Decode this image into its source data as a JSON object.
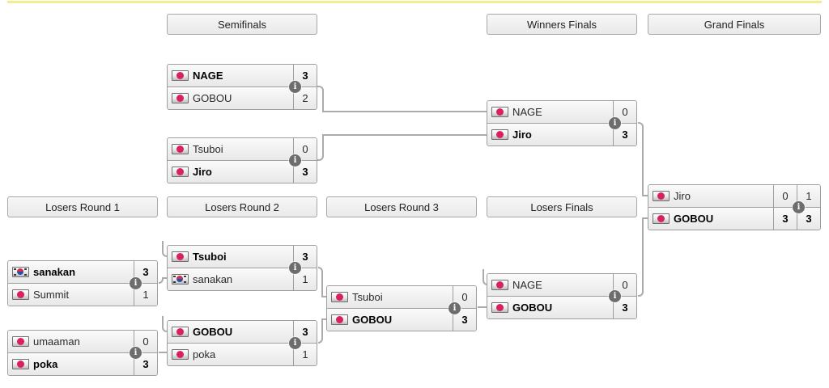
{
  "page": {
    "top_bar_color": "#f1ee8d"
  },
  "headers": {
    "semifinals": "Semifinals",
    "winners_finals": "Winners Finals",
    "grand_finals": "Grand Finals",
    "losers_round1": "Losers Round 1",
    "losers_round2": "Losers Round 2",
    "losers_round3": "Losers Round 3",
    "losers_finals": "Losers Finals"
  },
  "icons": {
    "info": "i"
  },
  "matches": {
    "sf1": {
      "p1": {
        "name": "NAGE",
        "flag": "jp",
        "score": "3",
        "winner": true
      },
      "p2": {
        "name": "GOBOU",
        "flag": "jp",
        "score": "2",
        "winner": false
      }
    },
    "sf2": {
      "p1": {
        "name": "Tsuboi",
        "flag": "jp",
        "score": "0",
        "winner": false
      },
      "p2": {
        "name": "Jiro",
        "flag": "jp",
        "score": "3",
        "winner": true
      }
    },
    "wf": {
      "p1": {
        "name": "NAGE",
        "flag": "jp",
        "score": "0",
        "winner": false
      },
      "p2": {
        "name": "Jiro",
        "flag": "jp",
        "score": "3",
        "winner": true
      }
    },
    "gf": {
      "p1": {
        "name": "Jiro",
        "flag": "jp",
        "score1": "0",
        "score2": "1",
        "winner": false
      },
      "p2": {
        "name": "GOBOU",
        "flag": "jp",
        "score1": "3",
        "score2": "3",
        "winner": true
      }
    },
    "lr1m1": {
      "p1": {
        "name": "sanakan",
        "flag": "kr",
        "score": "3",
        "winner": true
      },
      "p2": {
        "name": "Summit",
        "flag": "jp",
        "score": "1",
        "winner": false
      }
    },
    "lr1m2": {
      "p1": {
        "name": "umaaman",
        "flag": "jp",
        "score": "0",
        "winner": false
      },
      "p2": {
        "name": "poka",
        "flag": "jp",
        "score": "3",
        "winner": true
      }
    },
    "lr2m1": {
      "p1": {
        "name": "Tsuboi",
        "flag": "jp",
        "score": "3",
        "winner": true
      },
      "p2": {
        "name": "sanakan",
        "flag": "kr",
        "score": "1",
        "winner": false
      }
    },
    "lr2m2": {
      "p1": {
        "name": "GOBOU",
        "flag": "jp",
        "score": "3",
        "winner": true
      },
      "p2": {
        "name": "poka",
        "flag": "jp",
        "score": "1",
        "winner": false
      }
    },
    "lr3": {
      "p1": {
        "name": "Tsuboi",
        "flag": "jp",
        "score": "0",
        "winner": false
      },
      "p2": {
        "name": "GOBOU",
        "flag": "jp",
        "score": "3",
        "winner": true
      }
    },
    "lf": {
      "p1": {
        "name": "NAGE",
        "flag": "jp",
        "score": "0",
        "winner": false
      },
      "p2": {
        "name": "GOBOU",
        "flag": "jp",
        "score": "3",
        "winner": true
      }
    }
  }
}
